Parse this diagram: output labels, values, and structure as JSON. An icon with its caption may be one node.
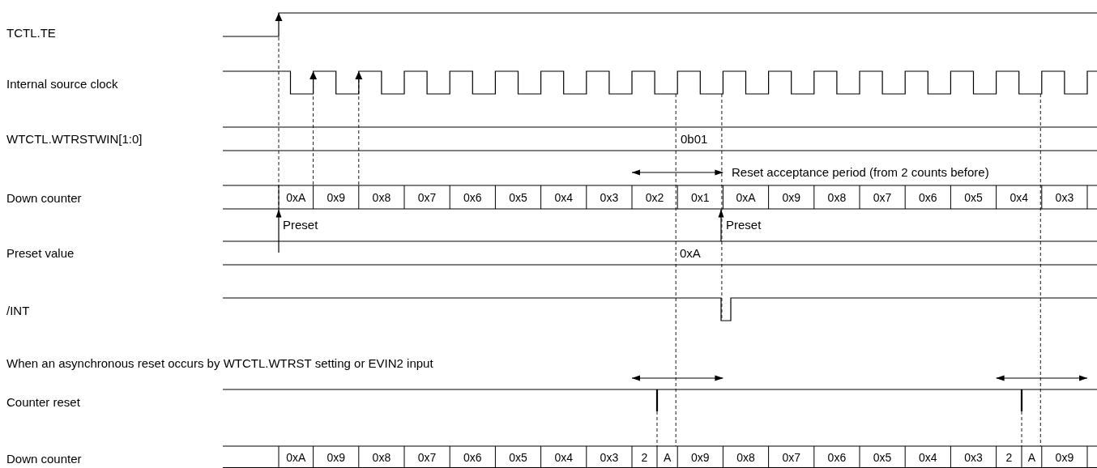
{
  "diagram": {
    "labels": [
      "TCTL.TE",
      "Internal source clock",
      "WTCTL.WTRSTWIN[1:0]",
      "0b01",
      "Reset acceptance period (from 2 counts before)",
      "Down counter",
      "0xA",
      "0x9",
      "0x8",
      "0x7",
      "0x6",
      "0x5",
      "0x4",
      "0x3",
      "0x2",
      "0x1",
      "0xA",
      "0x9",
      "0x8",
      "0x7",
      "0x6",
      "0x5",
      "0x4",
      "0x3",
      "Preset",
      "Preset",
      "Preset value",
      "0xA",
      "/INT",
      "When an asynchronous reset occurs by WTCTL.WTRST setting or EVIN2 input",
      "Counter reset",
      "Down counter",
      "0xA",
      "0x9",
      "0x8",
      "0x7",
      "0x6",
      "0x5",
      "0x4",
      "0x3",
      "2",
      "A",
      "0x9",
      "0x8",
      "0x7",
      "0x6",
      "0x5",
      "0x4",
      "0x3",
      "2",
      "A",
      "0x9"
    ]
  }
}
